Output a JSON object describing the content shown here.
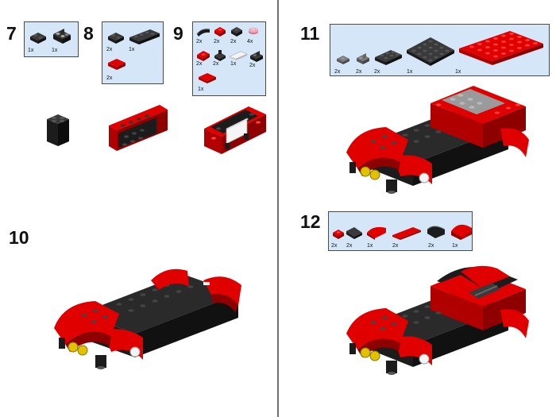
{
  "colors": {
    "red": "#e00000",
    "red_dark": "#8e0000",
    "black": "#1c1c1c",
    "black_top": "#3a3a3a",
    "dark_gray": "#555555",
    "light_gray": "#bdbdbd",
    "white": "#f5f5f5",
    "pink": "#f2a7b8",
    "yellow": "#e2c200",
    "parts_bg": "#d4e6f7"
  },
  "steps": {
    "s7": {
      "number": "7",
      "parts": {
        "a": {
          "qty": "1x",
          "icon": "black-plate-1x2-icon"
        },
        "b": {
          "qty": "1x",
          "icon": "black-bracket-icon"
        }
      }
    },
    "s8": {
      "number": "8",
      "parts": {
        "a": {
          "qty": "2x",
          "icon": "black-plate-1x2-icon"
        },
        "b": {
          "qty": "1x",
          "icon": "black-plate-1x4-icon"
        },
        "c": {
          "qty": "2x",
          "icon": "red-tile-2x2-icon"
        }
      }
    },
    "s9": {
      "number": "9",
      "parts": {
        "a": {
          "qty": "2x",
          "icon": "black-curved-slope-icon"
        },
        "b": {
          "qty": "2x",
          "icon": "red-plate-1x1-icon"
        },
        "c": {
          "qty": "2x",
          "icon": "black-plate-1x1-icon"
        },
        "d": {
          "qty": "4x",
          "icon": "pink-round-plate-icon"
        },
        "e": {
          "qty": "2x",
          "icon": "red-wedge-icon"
        },
        "f": {
          "qty": "2x",
          "icon": "black-clip-icon"
        },
        "g": {
          "qty": "1x",
          "icon": "white-tile-1x3-icon"
        },
        "h": {
          "qty": "2x",
          "icon": "black-bracket-icon"
        },
        "i": {
          "qty": "1x",
          "icon": "red-tile-2x2-icon"
        }
      }
    },
    "s10": {
      "number": "10"
    },
    "s11": {
      "number": "11",
      "parts": {
        "a": {
          "qty": "2x",
          "icon": "dark-gray-jumper-icon"
        },
        "b": {
          "qty": "2x",
          "icon": "dark-gray-bracket-icon"
        },
        "c": {
          "qty": "2x",
          "icon": "black-plate-2x3-icon"
        },
        "d": {
          "qty": "1x",
          "icon": "black-plate-4x4-icon"
        },
        "e": {
          "qty": "1x",
          "icon": "red-plate-4x6-icon"
        }
      }
    },
    "s12": {
      "number": "12",
      "parts": {
        "a": {
          "qty": "2x",
          "icon": "red-plate-1x1-icon"
        },
        "b": {
          "qty": "2x",
          "icon": "black-slope-icon"
        },
        "c": {
          "qty": "1x",
          "icon": "red-curved-slope-icon"
        },
        "d": {
          "qty": "2x",
          "icon": "red-tile-1x4-icon"
        },
        "e": {
          "qty": "2x",
          "icon": "black-curved-slope-icon"
        },
        "f": {
          "qty": "1x",
          "icon": "red-curved-slope-large-icon"
        }
      }
    }
  }
}
